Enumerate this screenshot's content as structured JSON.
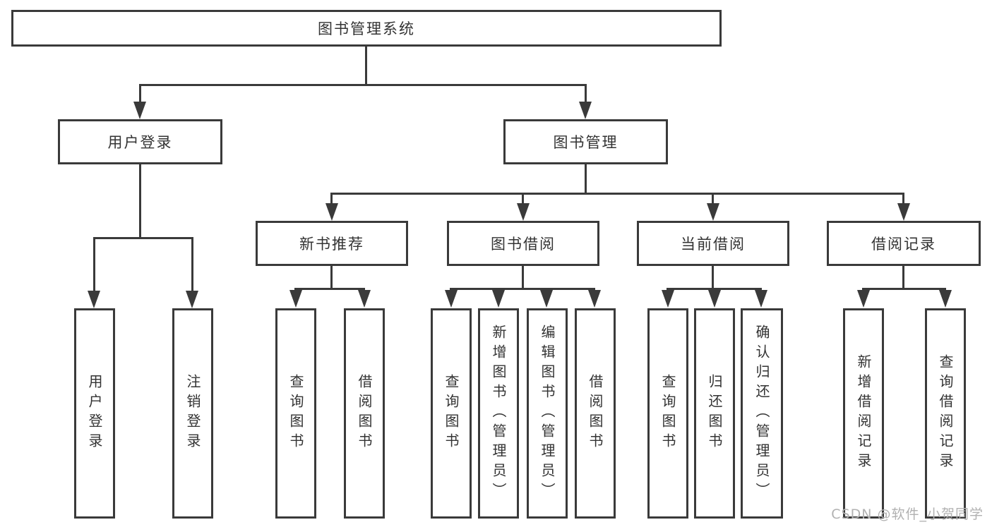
{
  "diagram": {
    "root": {
      "label": "图书管理系统"
    },
    "user_login": {
      "label": "用户登录",
      "children": [
        {
          "label": "用户登录"
        },
        {
          "label": "注销登录"
        }
      ]
    },
    "book_management": {
      "label": "图书管理",
      "sections": [
        {
          "label": "新书推荐",
          "children": [
            {
              "label": "查询图书"
            },
            {
              "label": "借阅图书"
            }
          ]
        },
        {
          "label": "图书借阅",
          "children": [
            {
              "label": "查询图书"
            },
            {
              "label": "新增图书（管理员）"
            },
            {
              "label": "编辑图书（管理员）"
            },
            {
              "label": "借阅图书"
            }
          ]
        },
        {
          "label": "当前借阅",
          "children": [
            {
              "label": "查询图书"
            },
            {
              "label": "归还图书"
            },
            {
              "label": "确认归还（管理员）"
            }
          ]
        },
        {
          "label": "借阅记录",
          "children": [
            {
              "label": "新增借阅记录"
            },
            {
              "label": "查询借阅记录"
            }
          ]
        }
      ]
    },
    "watermark": "CSDN @软件_小贺同学",
    "colors": {
      "line": "#3a3a3a",
      "text": "#333333",
      "watermark": "#b1b1b1",
      "background": "#ffffff"
    }
  }
}
